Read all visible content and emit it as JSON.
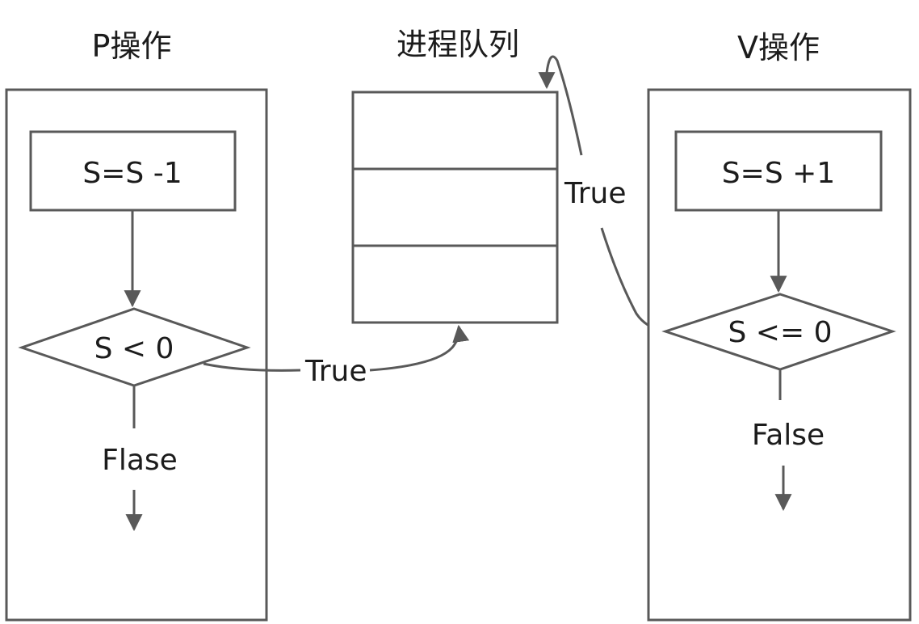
{
  "p_operation": {
    "title": "P操作",
    "process_box": "S=S -1",
    "decision": "S < 0",
    "false_label": "Flase",
    "true_label": "True"
  },
  "process_queue": {
    "title": "进程队列",
    "slot_count": 3
  },
  "v_operation": {
    "title": "V操作",
    "process_box": "S=S +1",
    "decision": "S <= 0",
    "false_label": "False",
    "true_label": "True"
  }
}
